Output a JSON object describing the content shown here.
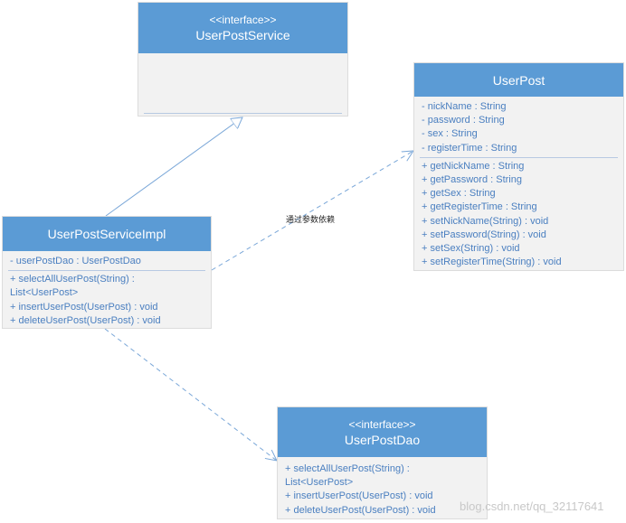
{
  "classes": {
    "user_post_service": {
      "stereotype": "<<interface>>",
      "name": "UserPostService",
      "attributes": [],
      "methods": []
    },
    "user_post": {
      "name": "UserPost",
      "attributes": [
        "- nickName : String",
        "- password : String",
        "- sex : String",
        "- registerTime : String"
      ],
      "methods": [
        "+ getNickName : String",
        "+ getPassword : String",
        "+ getSex : String",
        "+ getRegisterTime : String",
        "+ setNickName(String) : void",
        "+ setPassword(String) : void",
        "+ setSex(String) : void",
        "+ setRegisterTime(String) : void"
      ]
    },
    "user_post_service_impl": {
      "name": "UserPostServiceImpl",
      "attributes": [
        "- userPostDao : UserPostDao"
      ],
      "methods": [
        "+ selectAllUserPost(String) :",
        "List<UserPost>",
        "+ insertUserPost(UserPost) : void",
        "+ deleteUserPost(UserPost) : void"
      ]
    },
    "user_post_dao": {
      "stereotype": "<<interface>>",
      "name": "UserPostDao",
      "attributes": [],
      "methods": [
        "+ selectAllUserPost(String) :",
        "List<UserPost>",
        "+ insertUserPost(UserPost) : void",
        "+ deleteUserPost(UserPost) : void"
      ]
    }
  },
  "relations": {
    "dependency_label": "通过参数依赖"
  },
  "watermark": "blog.csdn.net/qq_32117641",
  "colors": {
    "header": "#5b9bd5",
    "member_text": "#4a7fc0",
    "arrow": "#7aa7d8",
    "body": "#f2f2f2"
  }
}
